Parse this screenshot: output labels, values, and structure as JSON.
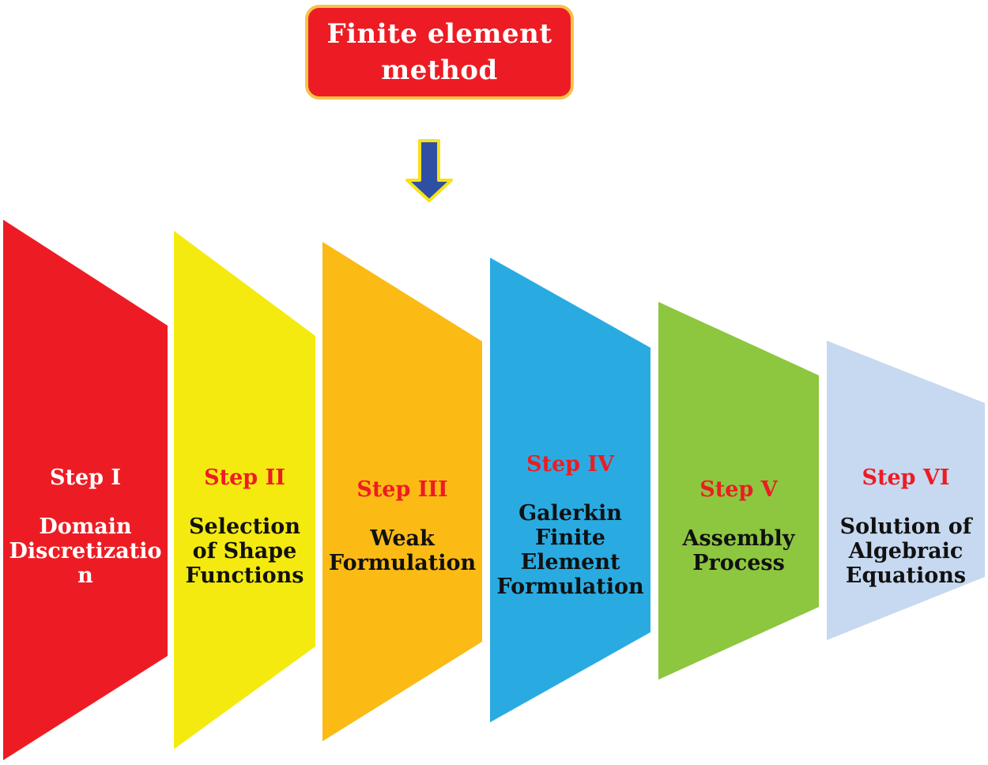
{
  "title": "Finite element\nmethod",
  "colors": {
    "title_fill": "#ed1c24",
    "title_border": "#f7c34a",
    "arrow_fill": "#2e4fa3",
    "arrow_stroke": "#f7e11a",
    "step_text_red": "#ed1c24"
  },
  "steps": [
    {
      "step": "Step I",
      "desc": "Domain\nDiscretizatio\nn",
      "fill": "#ed1c24",
      "step_color": "#ffffff",
      "desc_color": "#ffffff"
    },
    {
      "step": "Step II",
      "desc": "Selection\nof Shape\nFunctions",
      "fill": "#f4ea10",
      "step_color": "#ed1c24",
      "desc_color": "#111111"
    },
    {
      "step": "Step III",
      "desc": "Weak\nFormulation",
      "fill": "#fbbb14",
      "step_color": "#ed1c24",
      "desc_color": "#111111"
    },
    {
      "step": "Step IV",
      "desc": "Galerkin\nFinite\nElement\nFormulation",
      "fill": "#29abe2",
      "step_color": "#ed1c24",
      "desc_color": "#111111"
    },
    {
      "step": "Step V",
      "desc": "Assembly\nProcess",
      "fill": "#8dc63f",
      "step_color": "#ed1c24",
      "desc_color": "#111111"
    },
    {
      "step": "Step VI",
      "desc": "Solution of\nAlgebraic\nEquations",
      "fill": "#c6d9f0",
      "step_color": "#ed1c24",
      "desc_color": "#111111"
    }
  ]
}
